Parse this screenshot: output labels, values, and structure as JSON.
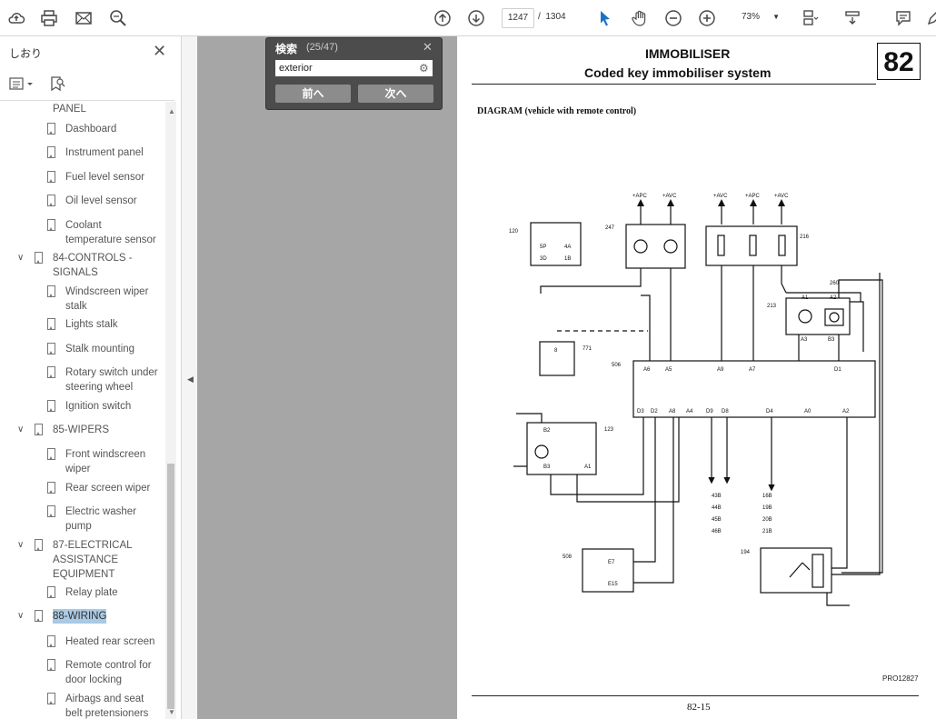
{
  "toolbar": {
    "current_page": "1247",
    "page_sep": "/",
    "total_pages": "1304",
    "zoom": "73%"
  },
  "sidebar": {
    "title": "しおり",
    "items": [
      {
        "label": "PANEL",
        "level": 1
      },
      {
        "label": "Dashboard",
        "level": 2
      },
      {
        "label": "Instrument panel",
        "level": 2
      },
      {
        "label": "Fuel level sensor",
        "level": 2
      },
      {
        "label": "Oil level sensor",
        "level": 2
      },
      {
        "label": "Coolant\ntemperature sensor",
        "level": 2
      },
      {
        "label": "84-CONTROLS -\nSIGNALS",
        "level": 1
      },
      {
        "label": "Windscreen wiper\nstalk",
        "level": 2
      },
      {
        "label": "Lights stalk",
        "level": 2
      },
      {
        "label": "Stalk mounting",
        "level": 2
      },
      {
        "label": "Rotary switch under\nsteering wheel",
        "level": 2
      },
      {
        "label": "Ignition switch",
        "level": 2
      },
      {
        "label": "85-WIPERS",
        "level": 1
      },
      {
        "label": "Front windscreen\nwiper",
        "level": 2
      },
      {
        "label": "Rear screen wiper",
        "level": 2
      },
      {
        "label": "Electric washer\npump",
        "level": 2
      },
      {
        "label": "87-ELECTRICAL\nASSISTANCE\nEQUIPMENT",
        "level": 1
      },
      {
        "label": "Relay plate",
        "level": 2
      },
      {
        "label": "88-WIRING",
        "level": 1
      },
      {
        "label": "Heated rear screen",
        "level": 2
      },
      {
        "label": "Remote control for\ndoor locking",
        "level": 2
      },
      {
        "label": "Airbags and seat\nbelt pretensioners",
        "level": 2
      }
    ]
  },
  "find": {
    "title": "検索",
    "count": "(25/47)",
    "query": "exterior",
    "prev_label": "前へ",
    "next_label": "次へ"
  },
  "page": {
    "header_title": "IMMOBILISER",
    "header_subtitle": "Coded key immobiliser system",
    "section_number": "82",
    "diagram_caption": "DIAGRAM (vehicle with remote control)",
    "figure_ref": "PRO12827",
    "footer_page": "82-15"
  },
  "diagram": {
    "supply_labels": [
      "+APC",
      "+AVC",
      "+AVC",
      "+APC",
      "+AVC"
    ],
    "components": [
      "120",
      "247",
      "216",
      "260",
      "213",
      "771",
      "506",
      "123",
      "508",
      "194"
    ],
    "terminals": [
      "5P",
      "3D",
      "4A",
      "1B",
      "A1",
      "A2",
      "A3",
      "B3",
      "B2",
      "A6",
      "A5",
      "A9",
      "A7",
      "D1",
      "D3",
      "D2",
      "A8",
      "A4",
      "D9",
      "D8",
      "D4",
      "A0",
      "A2",
      "B2",
      "B3",
      "A1",
      "E7",
      "E15",
      "8"
    ],
    "wire_codes": [
      "43B",
      "44B",
      "45B",
      "46B",
      "16B",
      "19B",
      "20B",
      "21B"
    ]
  }
}
